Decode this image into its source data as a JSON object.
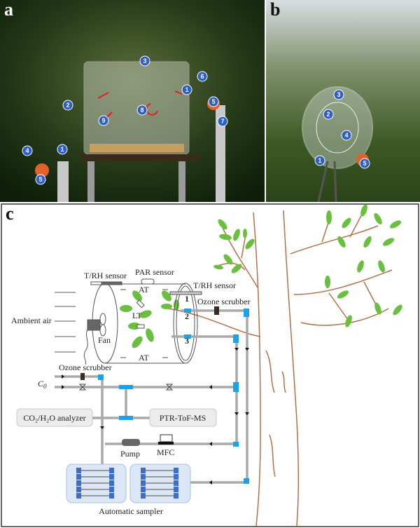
{
  "panels": {
    "a": "a",
    "b": "b",
    "c": "c"
  },
  "photo_a_markers": [
    "1",
    "1",
    "2",
    "3",
    "4",
    "5",
    "5",
    "6",
    "7",
    "8",
    "9"
  ],
  "photo_b_markers": [
    "1",
    "2",
    "3",
    "4",
    "5"
  ],
  "diagram": {
    "trh_left": "T/RH sensor",
    "par": "PAR sensor",
    "trh_right": "T/RH sensor",
    "at_top": "AT",
    "at_bottom": "AT",
    "lt": "LT",
    "fan": "Fan",
    "ambient": "Ambient air",
    "ports": [
      "1",
      "2",
      "3"
    ],
    "ozone_right": "Ozone scrubber",
    "ozone_left": "Ozone scrubber",
    "c0": "C",
    "c0_sub": "0",
    "analyzer": "CO₂/H₂O analyzer",
    "ptr": "PTR-ToF-MS",
    "pump": "Pump",
    "mfc": "MFC",
    "sampler": "Automatic sampler"
  },
  "colors": {
    "marker": "#2f5fc4",
    "tee": "#1aa3e8",
    "leaf": "#6bbf3f",
    "branch": "#b0714a",
    "sampler": "#dbe7f6"
  }
}
